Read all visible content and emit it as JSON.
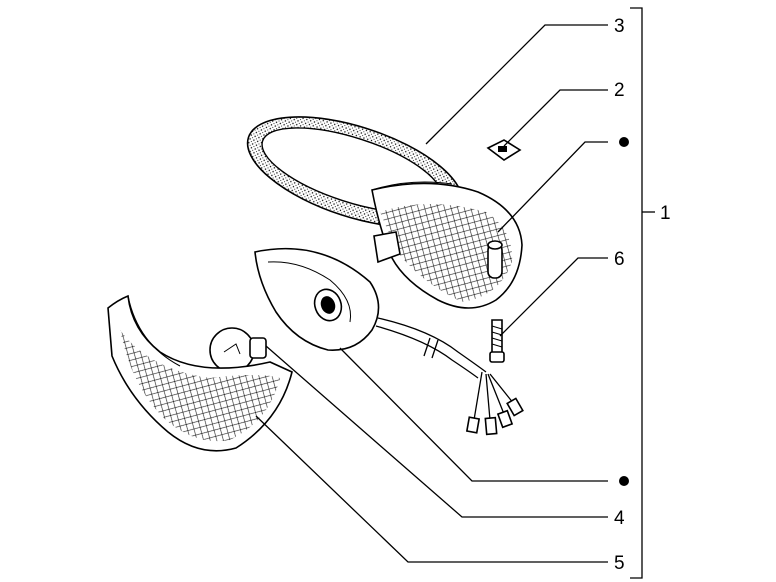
{
  "callouts": [
    {
      "id": "c3",
      "text": "3"
    },
    {
      "id": "c2",
      "text": "2"
    },
    {
      "id": "c1",
      "text": "1"
    },
    {
      "id": "c6",
      "text": "6"
    },
    {
      "id": "c4",
      "text": "4"
    },
    {
      "id": "c5",
      "text": "5"
    }
  ],
  "colors": {
    "ink": "#000000",
    "paper": "#ffffff",
    "foam": "#d9d9d9"
  }
}
